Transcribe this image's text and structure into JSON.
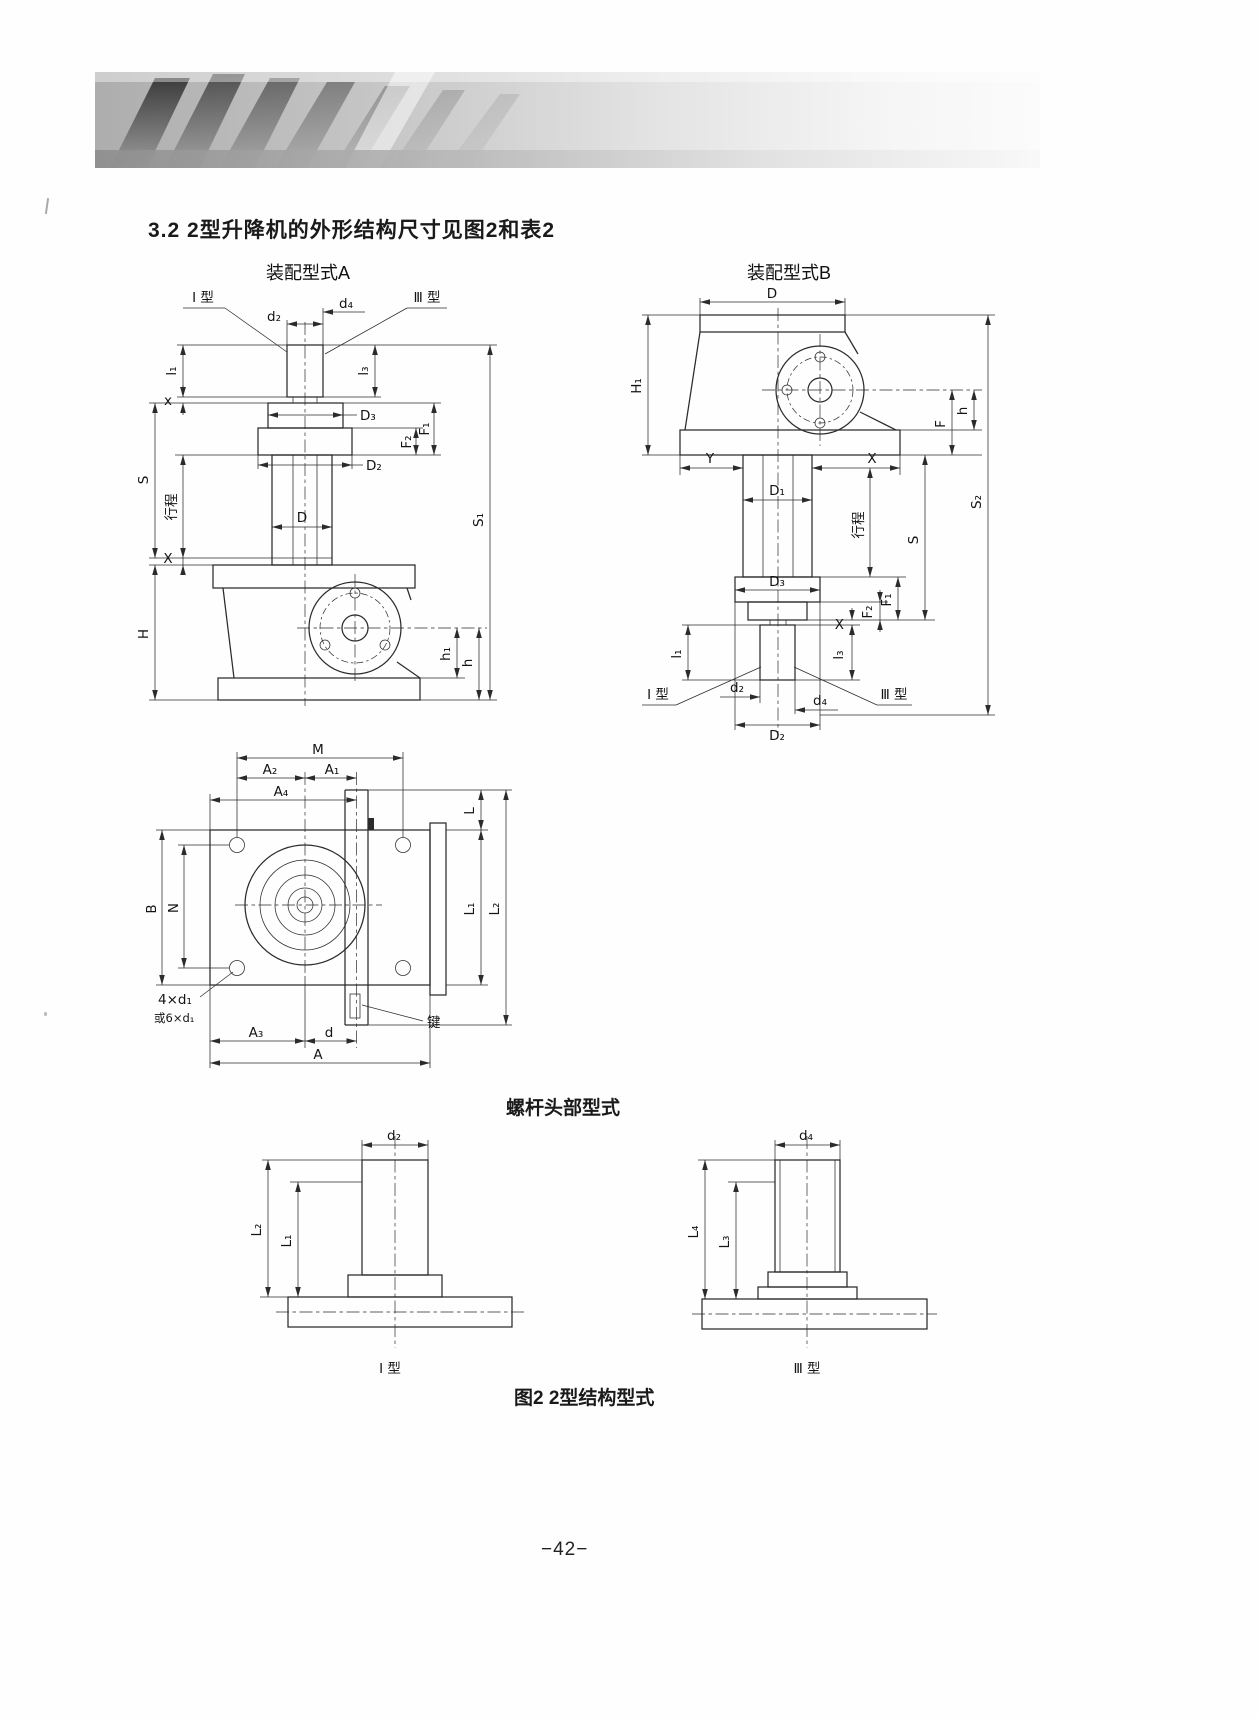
{
  "page": {
    "section_heading": "3.2 2型升降机的外形结构尺寸见图2和表2",
    "screw_head_heading": "螺杆头部型式",
    "figure_caption": "图2  2型结构型式",
    "page_number": "−42−"
  },
  "assembly_a": {
    "title": "装配型式A",
    "labels": {
      "type1": "Ⅰ 型",
      "type3": "Ⅲ 型",
      "d2": "d₂",
      "d4": "d₄",
      "l1": "l₁",
      "l3": "l₃",
      "x": "x",
      "D3": "D₃",
      "F1": "F₁",
      "F2": "F₂",
      "D2": "D₂",
      "S": "S",
      "stroke": "行程",
      "D": "D",
      "X": "X",
      "S1": "S₁",
      "H": "H",
      "h1": "h₁",
      "h": "h"
    }
  },
  "assembly_b": {
    "title": "装配型式B",
    "labels": {
      "D": "D",
      "H1": "H₁",
      "F": "F",
      "h": "h",
      "Y": "Y",
      "D1": "D₁",
      "X_upper": "X",
      "stroke": "行程",
      "S": "S",
      "S2": "S₂",
      "D3": "D₃",
      "F1": "F₁",
      "F2": "F₂",
      "X_lower": "X",
      "l1": "l₁",
      "l3": "l₃",
      "type1": "Ⅰ 型",
      "type3": "Ⅲ 型",
      "d2": "d₂",
      "d4": "d₄",
      "D2": "D₂"
    }
  },
  "top_view": {
    "labels": {
      "M": "M",
      "A2": "A₂",
      "A1": "A₁",
      "A4": "A₄",
      "L": "L",
      "B": "B",
      "N": "N",
      "L1": "L₁",
      "L2": "L₂",
      "bolt_note_line1": "4×d₁",
      "bolt_note_line2": "或6×d₁",
      "A3": "A₃",
      "d": "d",
      "key": "键",
      "A": "A"
    }
  },
  "head_type1": {
    "caption": "Ⅰ 型",
    "labels": {
      "d2": "d₂",
      "L1": "L₁",
      "L2": "L₂"
    }
  },
  "head_type3": {
    "caption": "Ⅲ 型",
    "labels": {
      "d4": "d₄",
      "L3": "L₃",
      "L4": "L₄"
    }
  }
}
